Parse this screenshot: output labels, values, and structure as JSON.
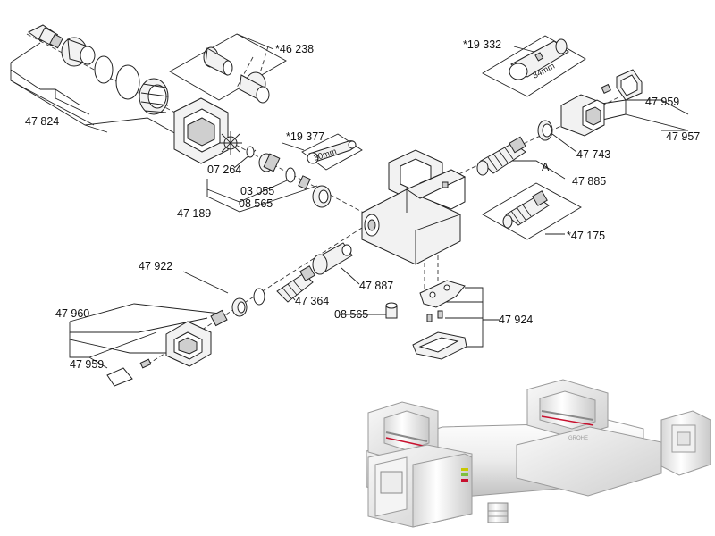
{
  "diagram": {
    "part_numbers": [
      "*46 238",
      "47 824",
      "*19 377",
      "07 264",
      "03 055",
      "08 565",
      "47 189",
      "*19 332",
      "47 959",
      "47 957",
      "47 743",
      "A",
      "47 885",
      "*47 175",
      "47 887",
      "47 364",
      "47 922",
      "47 960",
      "47 959",
      "08 565",
      "47 924"
    ],
    "tool_labels": {
      "wrench_size": "30mm",
      "cartridge_size": "34mm"
    }
  },
  "photo": {
    "brand_mark": "GROHE"
  },
  "colors": {
    "line": "#222222",
    "part_fill": "#f2f2f2",
    "chrome_light": "#f7f7f7",
    "chrome_mid": "#d9d9d9",
    "chrome_dark": "#9a9a9a",
    "accent_red": "#c8102e"
  }
}
